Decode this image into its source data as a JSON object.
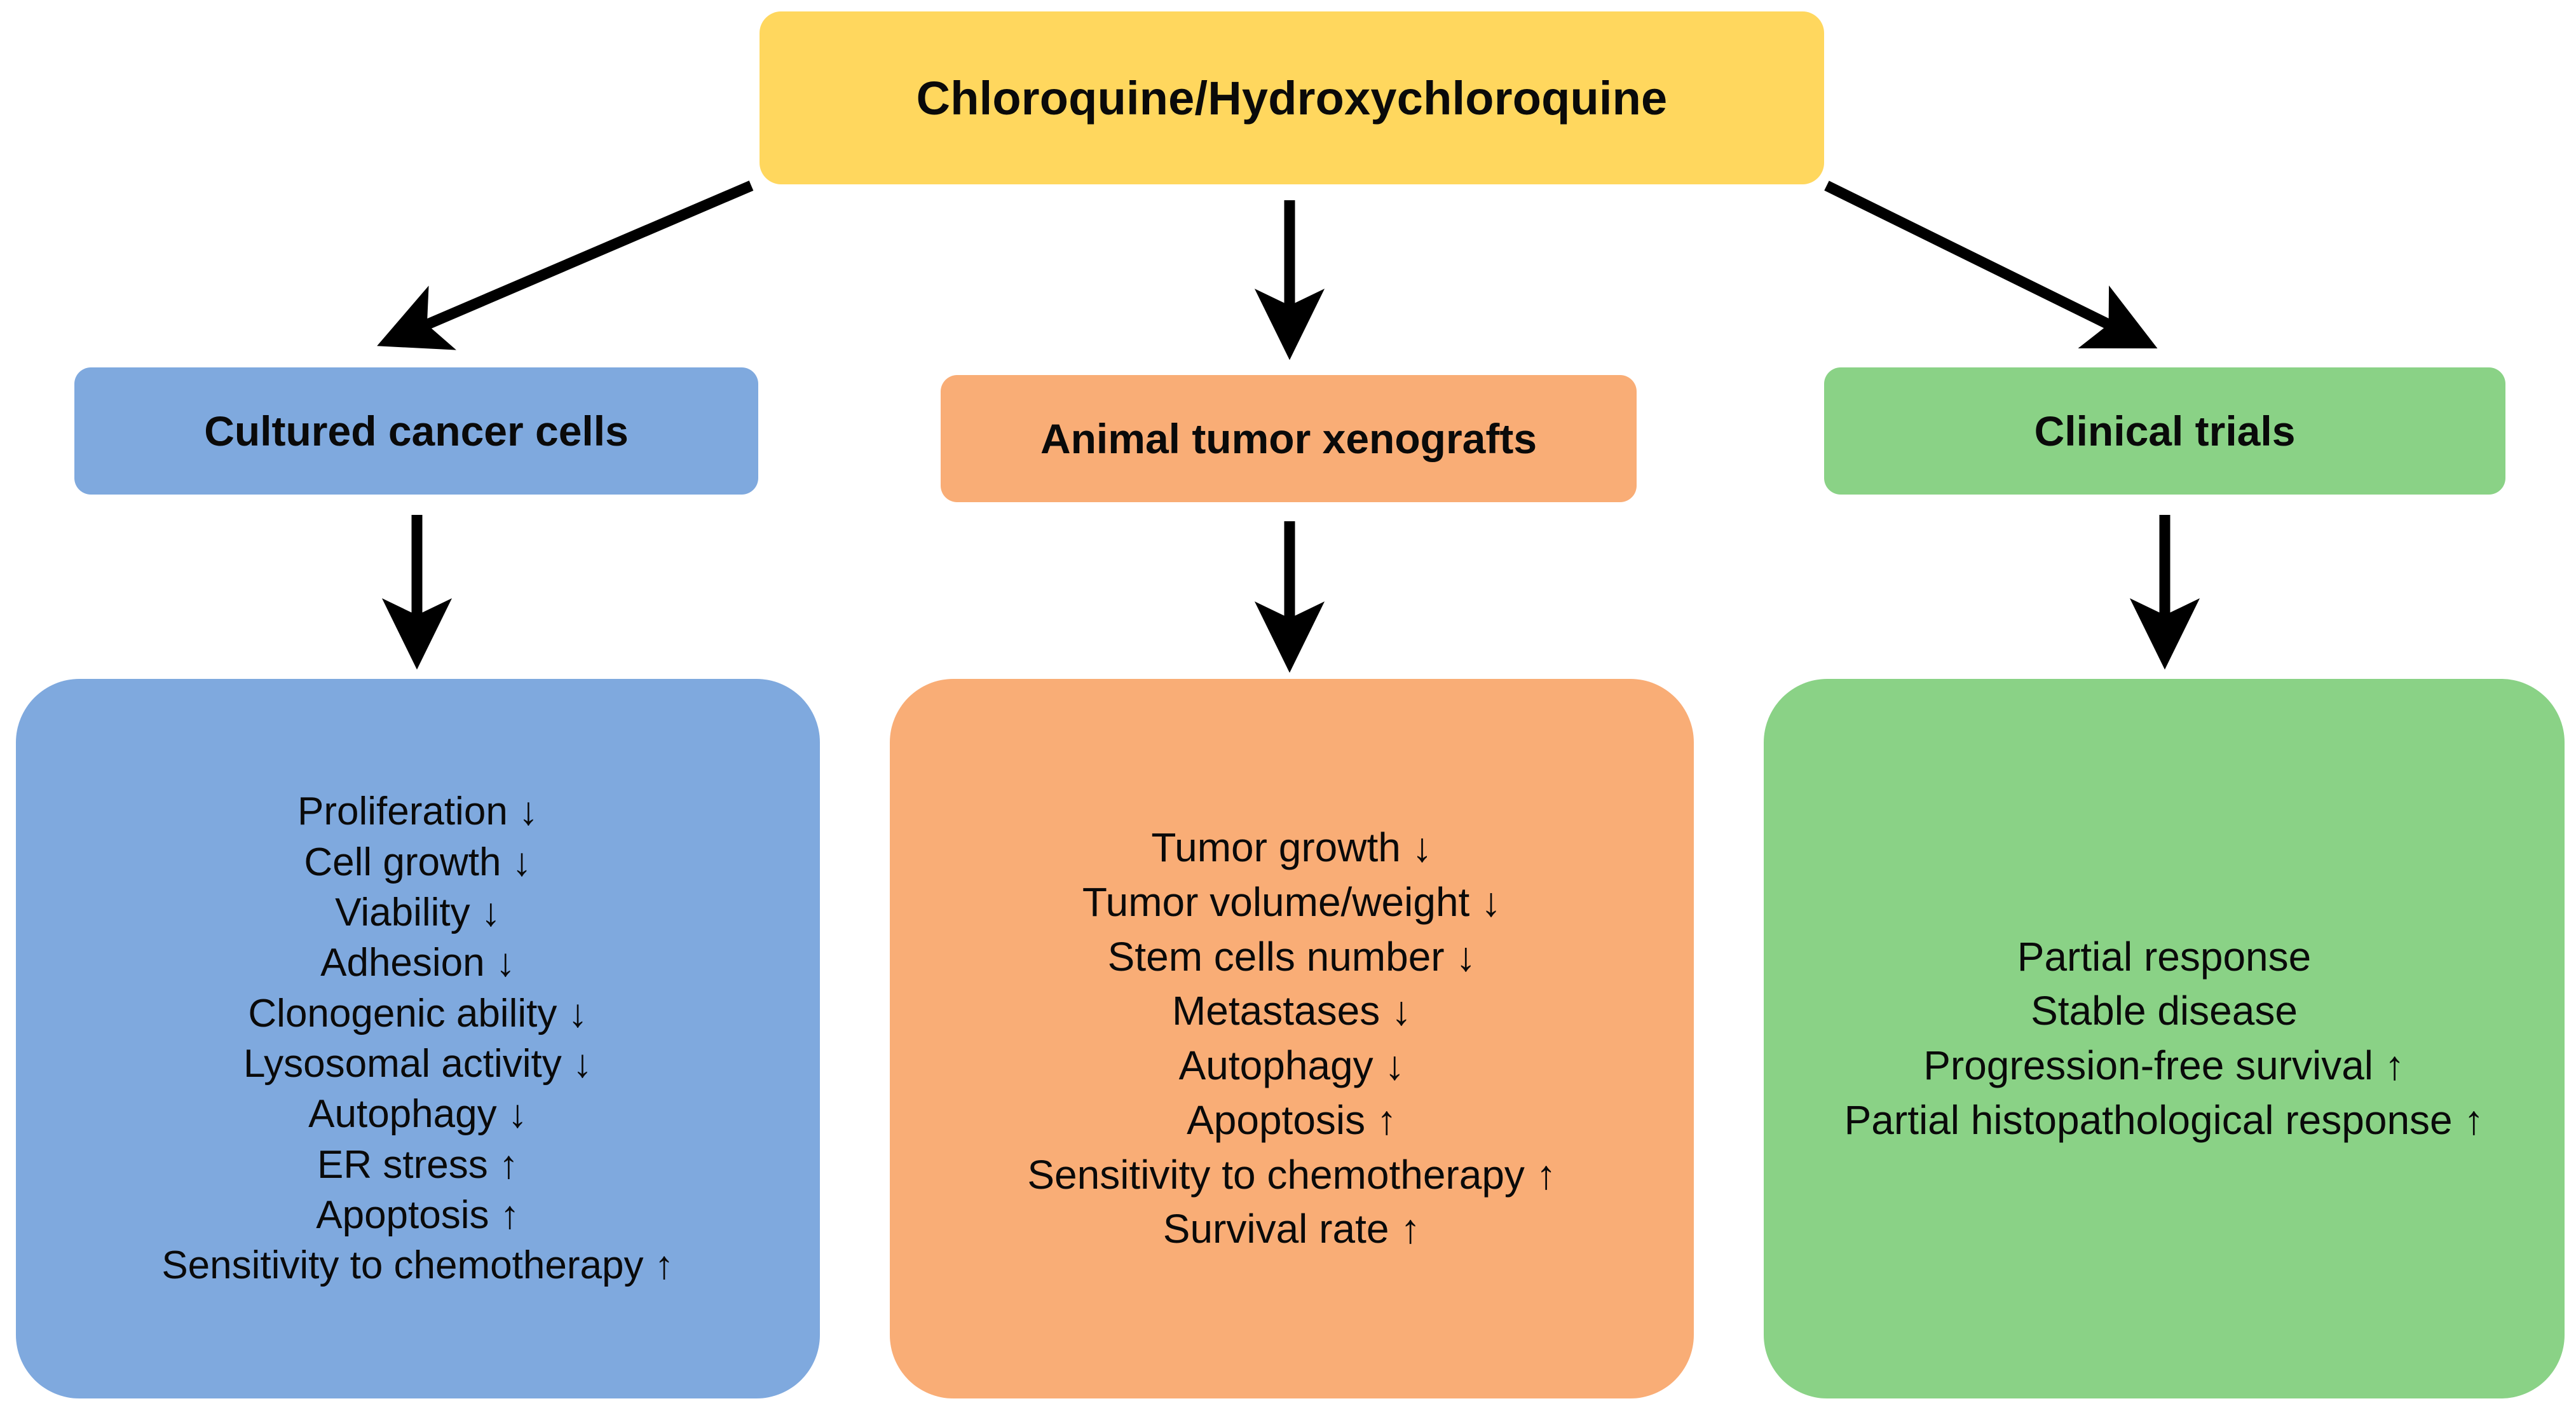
{
  "diagram": {
    "root": {
      "label": "Chloroquine/Hydroxychloroquine",
      "color": "#ffd75e"
    },
    "branches": [
      {
        "id": "cultured",
        "header": "Cultured cancer cells",
        "color": "#7fa9de",
        "outcomes": [
          "Proliferation ↓",
          "Cell growth ↓",
          "Viability ↓",
          "Adhesion ↓",
          "Clonogenic ability ↓",
          "Lysosomal activity ↓",
          "Autophagy ↓",
          "ER stress ↑",
          "Apoptosis ↑",
          "Sensitivity to chemotherapy ↑"
        ]
      },
      {
        "id": "xenografts",
        "header": "Animal tumor xenografts",
        "color": "#f9ad76",
        "outcomes": [
          "Tumor growth ↓",
          "Tumor volume/weight ↓",
          "Stem cells number ↓",
          "Metastases ↓",
          "Autophagy ↓",
          "Apoptosis ↑",
          "Sensitivity to chemotherapy ↑",
          "Survival rate ↑"
        ]
      },
      {
        "id": "clinical",
        "header": "Clinical trials",
        "color": "#8ad286",
        "outcomes": [
          "Partial response",
          "Stable disease",
          "Progression-free survival ↑",
          "Partial histopathological response ↑"
        ]
      }
    ],
    "arrows": [
      {
        "name": "root-to-cultured",
        "type": "diagonal-left"
      },
      {
        "name": "root-to-xenografts",
        "type": "vertical"
      },
      {
        "name": "root-to-clinical",
        "type": "diagonal-right"
      },
      {
        "name": "cultured-to-outcomes",
        "type": "vertical"
      },
      {
        "name": "xenografts-to-outcomes",
        "type": "vertical"
      },
      {
        "name": "clinical-to-outcomes",
        "type": "vertical"
      }
    ],
    "symbols": {
      "increase": "↑",
      "decrease": "↓"
    }
  }
}
